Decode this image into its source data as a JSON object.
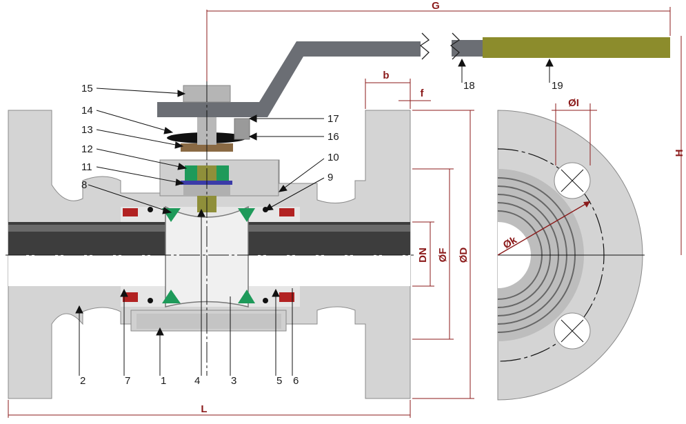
{
  "part_numbers": [
    "1",
    "2",
    "3",
    "4",
    "5",
    "6",
    "7",
    "8",
    "9",
    "10",
    "11",
    "12",
    "13",
    "14",
    "15",
    "16",
    "17",
    "18",
    "19"
  ],
  "dimensions": {
    "G": "G",
    "b": "b",
    "f": "f",
    "H": "H",
    "L": "L",
    "DN": "DN",
    "phi_F": "ØF",
    "phi_D": "ØD",
    "phi_I": "ØI",
    "phi_k": "Øk"
  },
  "colors": {
    "body": "#d4d4d4",
    "body_dark": "#a9a9a9",
    "bore": "#3d3d3d",
    "seat": "#1e9a5a",
    "seal_red": "#b22222",
    "stem_yellow": "#8f8f3a",
    "handle": "#6b6e74",
    "grip": "#8c8c2c",
    "dim_line": "#8b1a1a",
    "washer_blue": "#3b3ba8",
    "packing_brown": "#8a6a44"
  }
}
